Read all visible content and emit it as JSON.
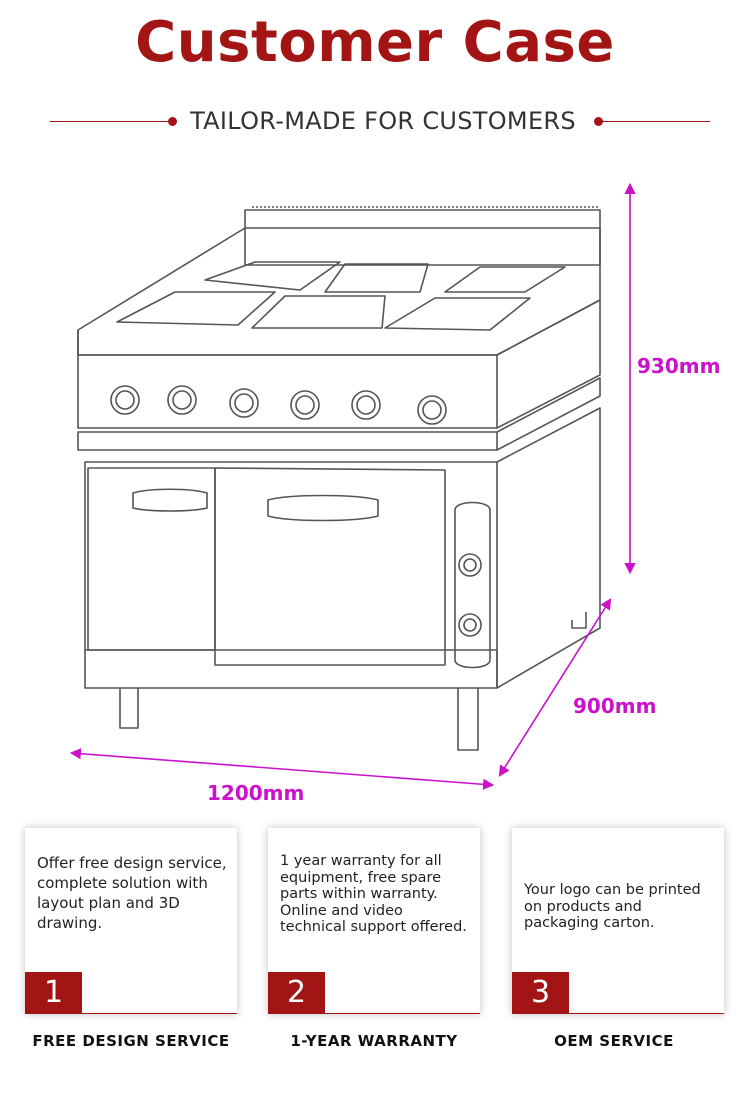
{
  "colors": {
    "brand_red": "#a31515",
    "dimension_magenta": "#cc11cc",
    "line_gray": "#555555"
  },
  "header": {
    "title": "Customer Case",
    "subtitle": "TAILOR-MADE FOR CUSTOMERS"
  },
  "dimensions": {
    "height": "930mm",
    "depth": "900mm",
    "width": "1200mm"
  },
  "features": [
    {
      "number": "1",
      "description": "Offer free design service,\ncomplete solution with layout plan and 3D drawing.",
      "label": "FREE DESIGN SERVICE"
    },
    {
      "number": "2",
      "description": "1 year warranty for all equipment, free spare parts within warranty. Online and video technical support offered.",
      "label": "1-YEAR WARRANTY"
    },
    {
      "number": "3",
      "description": "Your logo can be printed on products and packaging carton.",
      "label": "OEM SERVICE"
    }
  ]
}
